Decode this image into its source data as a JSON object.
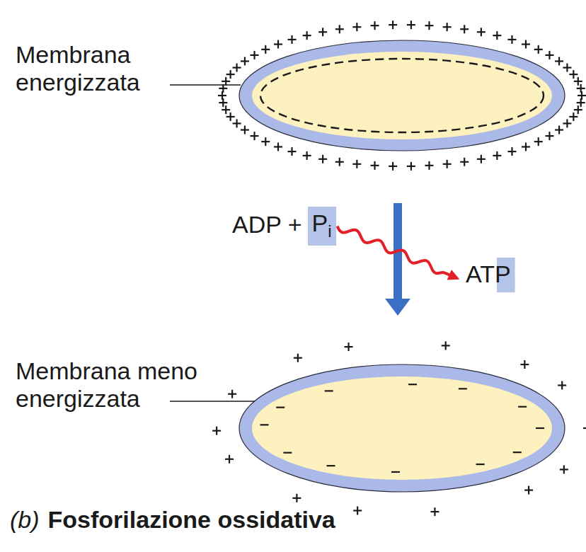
{
  "diagram": {
    "caption": "Fosforilazione ossidativa",
    "nodes": [
      {
        "text": [
          "P",
          "i"
        ]
      }
    ],
    "labels": [
      "Membrana energizzata",
      "Membrana meno energizzata",
      "ADP +",
      "ATP",
      "(b)"
    ]
  }
}
